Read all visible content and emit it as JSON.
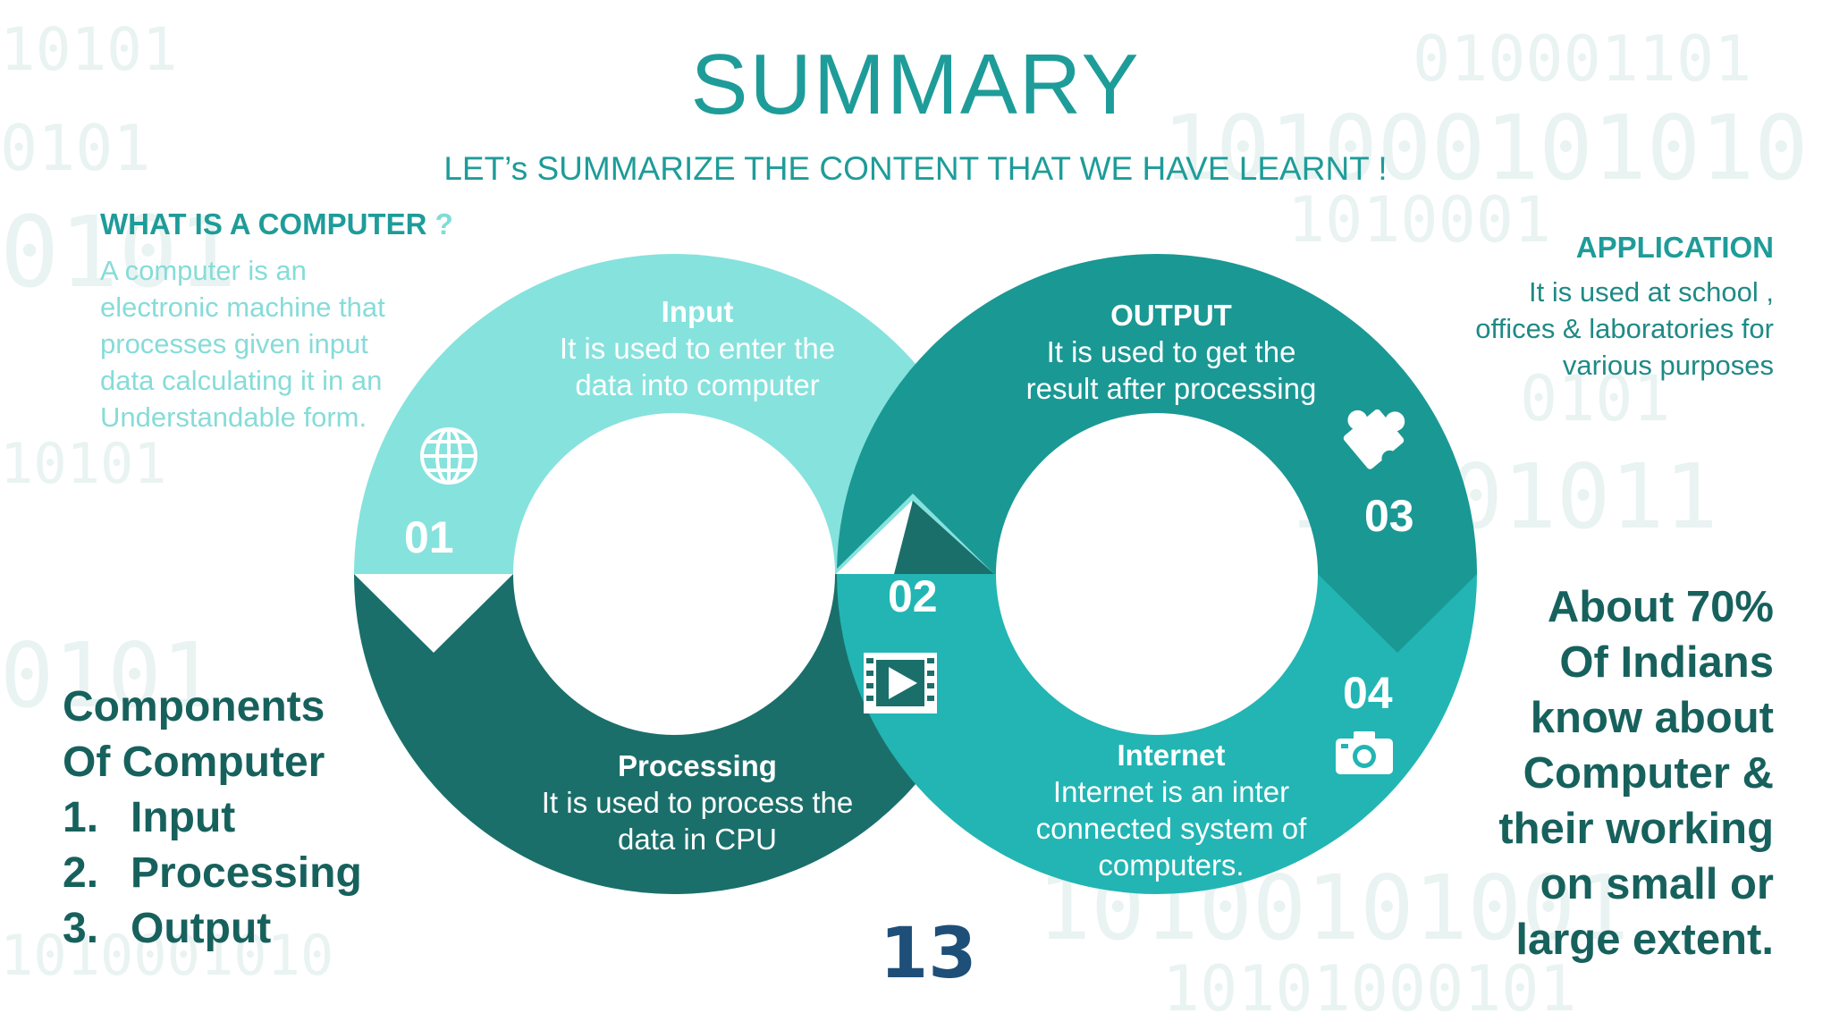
{
  "title": "SUMMARY",
  "subtitle": "LET’s SUMMARIZE THE CONTENT THAT WE HAVE LEARNT !",
  "what_is_computer": {
    "heading": "WHAT IS A COMPUTER",
    "heading_mark": "?",
    "lines": [
      "A computer is an",
      "electronic machine that",
      "processes given input",
      "data calculating it in an",
      "Understandable form."
    ]
  },
  "application": {
    "heading": "APPLICATION",
    "lines": [
      "It is used at school ,",
      "offices & laboratories for",
      "various purposes"
    ]
  },
  "segments": [
    {
      "number": "01",
      "title": "Input",
      "lines": [
        "It is used to enter the",
        "data into computer"
      ],
      "icon": "globe-icon",
      "color": "#86e2dd"
    },
    {
      "number": "02",
      "title": "Processing",
      "lines": [
        "It is used to process the",
        "data in CPU"
      ],
      "icon": "video-icon",
      "color": "#1b6f6a"
    },
    {
      "number": "03",
      "title": "OUTPUT",
      "lines": [
        "It is used to get the",
        "result after processing"
      ],
      "icon": "puzzle-icon",
      "color": "#1a9894"
    },
    {
      "number": "04",
      "title": "Internet",
      "lines": [
        "Internet is an inter",
        "connected system of",
        "computers."
      ],
      "icon": "camera-icon",
      "color": "#22b5b3"
    }
  ],
  "components": {
    "heading_lines": [
      "Components",
      "Of Computer"
    ],
    "items": [
      {
        "num": "1.",
        "label": "Input"
      },
      {
        "num": "2.",
        "label": "Processing"
      },
      {
        "num": "3.",
        "label": "Output"
      }
    ]
  },
  "about_lines": [
    "About 70%",
    "Of Indians",
    "know about",
    "Computer &",
    "their working",
    "on small or",
    "large extent."
  ],
  "page_number": "13",
  "background_binary": [
    "10101",
    "0101",
    "10101000101",
    "101000101010",
    "1010001",
    "10001011",
    "1010001010",
    "0101",
    "10100101001",
    "010001101"
  ]
}
